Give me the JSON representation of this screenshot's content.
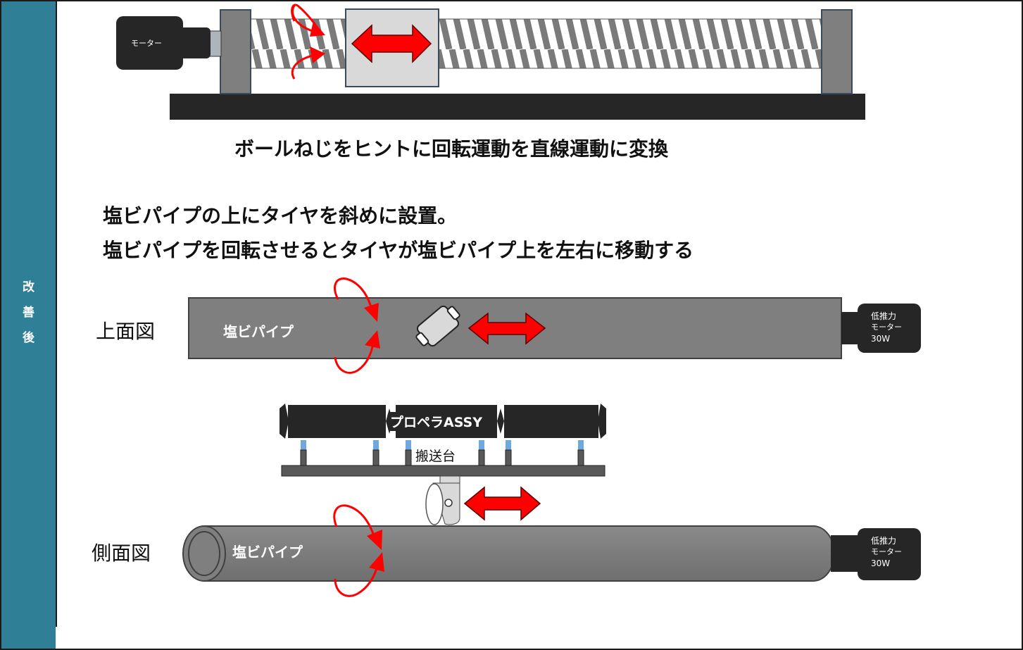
{
  "sidebar": {
    "label_chars": [
      "改",
      "善",
      "後"
    ],
    "color": "#2f7f96"
  },
  "ballscrew": {
    "motor_label": "モーター"
  },
  "caption1": "ボールねじをヒントに回転運動を直線運動に変換",
  "caption2_line1": "塩ビパイプの上にタイヤを斜めに設置。",
  "caption2_line2": "塩ビパイプを回転させるとタイヤが塩ビパイプ上を左右に移動する",
  "top_view": {
    "view_label": "上面図",
    "pipe_label": "塩ビパイプ",
    "motor_line1": "低推力",
    "motor_line2": "モーター",
    "motor_line3": "30W"
  },
  "carrier": {
    "assy_label": "プロペラASSY",
    "platform_label": "搬送台"
  },
  "side_view": {
    "view_label": "側面図",
    "pipe_label": "塩ビパイプ",
    "motor_line1": "低推力",
    "motor_line2": "モーター",
    "motor_line3": "30W"
  },
  "colors": {
    "arrow_red": "#ff0000",
    "pipe_gray": "#7f7f7f",
    "dark": "#262626",
    "leg_blue": "#6fa8dc"
  }
}
